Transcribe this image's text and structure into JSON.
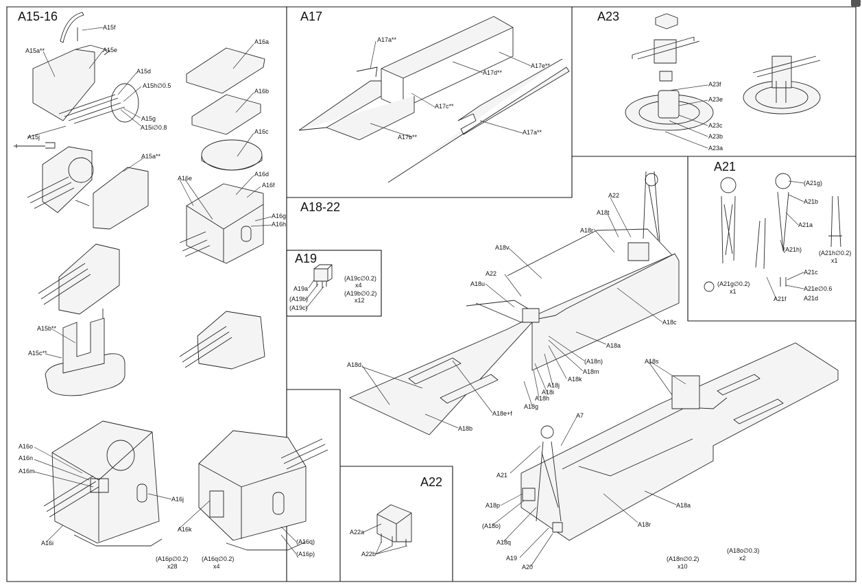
{
  "sections": {
    "a15_16": "A15-16",
    "a17": "A17",
    "a23": "A23",
    "a21": "A21",
    "a18_22": "A18-22",
    "a19": "A19",
    "a22": "A22"
  },
  "labels": {
    "A15f": "A15f",
    "A15a_top": "A15a**",
    "A15e": "A15e",
    "A15d": "A15d",
    "A15h": "A15h∅0.5",
    "A15g": "A15g",
    "A15i": "A15i∅0.8",
    "A15j": "A15j",
    "A15a_mid": "A15a**",
    "A15b": "A15b**",
    "A15c": "A15c**",
    "A16a": "A16a",
    "A16b": "A16b",
    "A16c": "A16c",
    "A16d": "A16d",
    "A16e": "A16e",
    "A16f": "A16f",
    "A16g": "A16g",
    "A16h": "A16h",
    "A16o": "A16o",
    "A16n": "A16n",
    "A16m": "A16m",
    "A16i": "A16i",
    "A16j": "A16j",
    "A16k": "A16k",
    "A16q": "(A16q)",
    "A16p": "(A16p)",
    "A16p_qty_name": "(A16p∅0.2)",
    "A16p_qty": "x28",
    "A16q_qty_name": "(A16q∅0.2)",
    "A16q_qty": "x4",
    "A17a_top": "A17a**",
    "A17d": "A17d**",
    "A17e": "A17e**",
    "A17c": "A17c**",
    "A17b": "A17b**",
    "A17a_bot": "A17a**",
    "A23f": "A23f",
    "A23e": "A23e",
    "A23c": "A23c",
    "A23b": "A23b",
    "A23a": "A23a",
    "A21g": "(A21g)",
    "A21b": "A21b",
    "A21a": "A21a",
    "A21h": "(A21h)",
    "A21h_qty_name": "(A21h∅0.2)",
    "A21h_qty": "x1",
    "A21g_qty_name": "(A21g∅0.2)",
    "A21g_qty": "x1",
    "A21c": "A21c",
    "A21e": "A21e∅0.6",
    "A21f": "A21f",
    "A21d": "A21d",
    "A19a": "A19a",
    "A19b": "(A19b)",
    "A19c": "(A19c)",
    "A19c_qty_name": "(A19c∅0.2)",
    "A19c_qty": "x4",
    "A19b_qty_name": "(A19b∅0.2)",
    "A19b_qty": "x12",
    "A18t": "A18t",
    "A22_top": "A22",
    "A18r_top": "A18r",
    "A18v": "A18v",
    "A22_mid": "A22",
    "A18u": "A18u",
    "A18c": "A18c",
    "A18a_top": "A18a",
    "A18n": "(A18n)",
    "A18m": "A18m",
    "A18k": "A18k",
    "A18j": "A18j",
    "A18i": "A18i",
    "A18h": "A18h",
    "A18g": "A18g",
    "A18d": "A18d",
    "A18ef": "A18e+f",
    "A18b": "A18b",
    "A18s": "A18s",
    "A7": "A7",
    "A21_bot": "A21",
    "A18p": "A18p",
    "A18o": "(A18o)",
    "A18q": "A18q",
    "A19_bot": "A19",
    "A20": "A20",
    "A18r_bot": "A18r",
    "A18a_bot": "A18a",
    "A18n_qty_name": "(A18n∅0.2)",
    "A18n_qty": "x10",
    "A18o_qty_name": "(A18o∅0.3)",
    "A18o_qty": "x2",
    "A22a": "A22a",
    "A22b": "A22b"
  }
}
